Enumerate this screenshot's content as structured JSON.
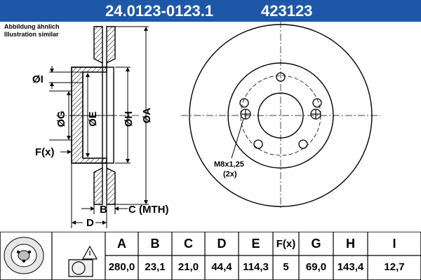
{
  "header": {
    "part_number": "24.0123-0123.1",
    "ref_number": "423123"
  },
  "note": {
    "line1": "Abbildung ähnlich",
    "line2": "Illustration similar"
  },
  "drawing_labels": {
    "I": "ØI",
    "G": "ØG",
    "E": "ØE",
    "H": "ØH",
    "A": "ØA",
    "F": "F(x)",
    "B": "B",
    "C": "C (MTH)",
    "D": "D",
    "thread": "M8x1,25",
    "thread_count": "(2x)"
  },
  "table": {
    "headers": [
      "A",
      "B",
      "C",
      "D",
      "E",
      "F(x)",
      "G",
      "H",
      "I"
    ],
    "values": [
      "280,0",
      "23,1",
      "21,0",
      "44,4",
      "114,3",
      "5",
      "69,0",
      "143,4",
      "12,7"
    ]
  },
  "colors": {
    "header_bg": "#1f57a8",
    "header_text": "#ffffff",
    "line": "#000000"
  }
}
